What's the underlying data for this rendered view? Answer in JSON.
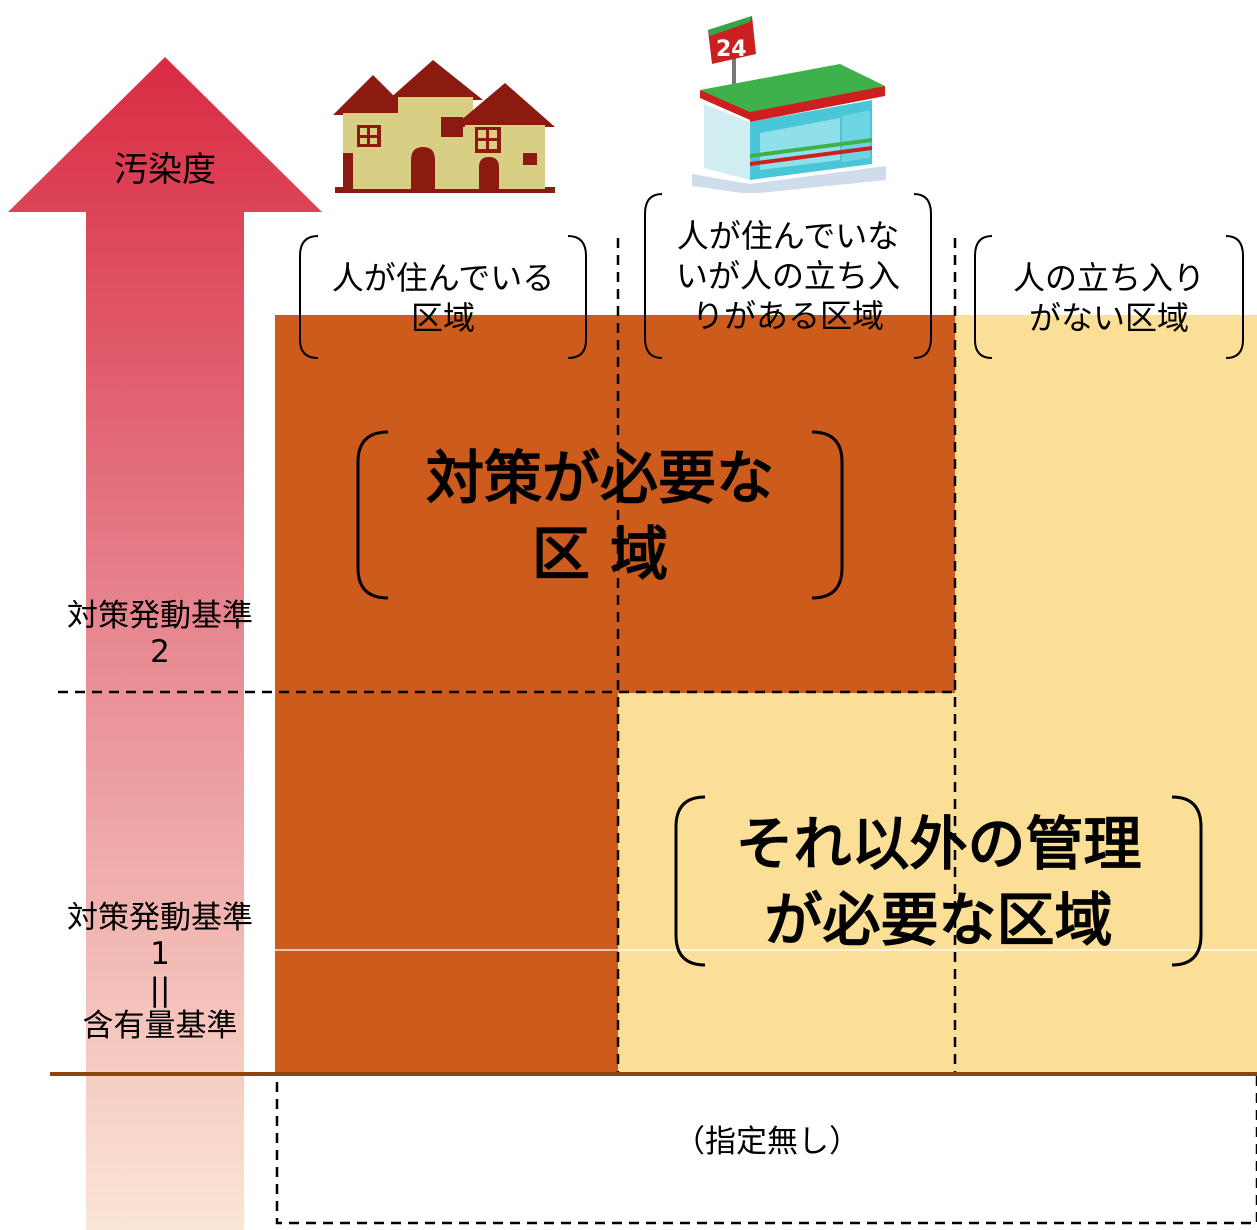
{
  "axis": {
    "label": "汚染度"
  },
  "columns": [
    {
      "label_lines": [
        "人が住んでいる",
        "区域"
      ]
    },
    {
      "label_lines": [
        "人が住んでいな",
        "いが人の立ち入",
        "りがある区域"
      ]
    },
    {
      "label_lines": [
        "人の立ち入り",
        "がない区域"
      ]
    }
  ],
  "thresholds": {
    "level2_lines": [
      "対策発動基準",
      "2"
    ],
    "level1_lines": [
      "対策発動基準",
      "1",
      "||",
      "含有量基準"
    ]
  },
  "zones": {
    "action_required_lines": [
      "対策が必要な",
      "区 域"
    ],
    "other_management_lines": [
      "それ以外の管理",
      "が必要な区域"
    ],
    "not_designated": "（指定無し）"
  },
  "colors": {
    "action_zone": "#cd5c1c",
    "management_zone": "#fbdf96",
    "arrow_top": "#d92b43",
    "arrow_bottom": "#fbe6d5",
    "baseline": "#8b4513"
  },
  "icons": {
    "residential": "houses-icon",
    "store": "convenience-store-24-icon"
  }
}
